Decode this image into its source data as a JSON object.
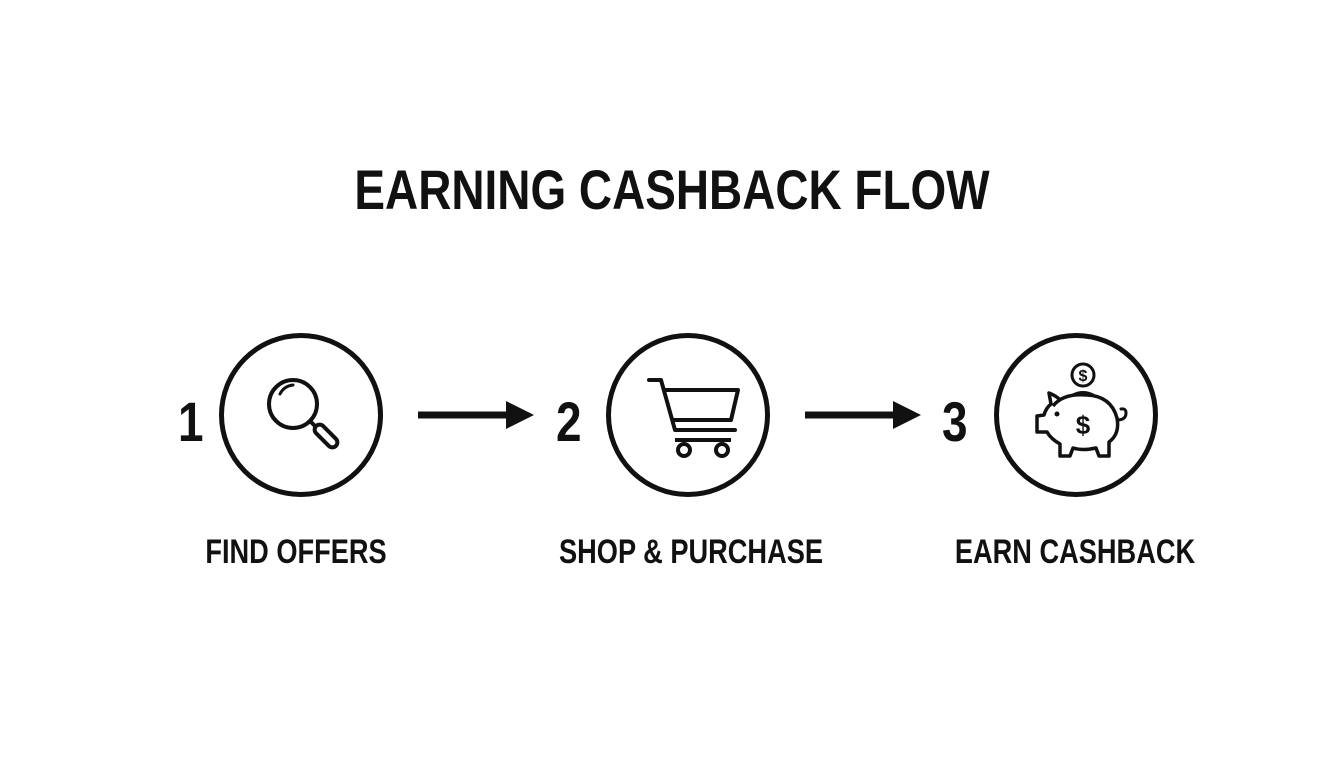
{
  "title": "EARNING CASHBACK FLOW",
  "steps": [
    {
      "number": "1",
      "label": "FIND OFFERS",
      "icon": "magnifying-glass-icon"
    },
    {
      "number": "2",
      "label": "SHOP & PURCHASE",
      "icon": "shopping-cart-icon"
    },
    {
      "number": "3",
      "label": "EARN CASHBACK",
      "icon": "piggy-bank-icon"
    }
  ],
  "colors": {
    "ink": "#111111",
    "background": "#ffffff"
  }
}
